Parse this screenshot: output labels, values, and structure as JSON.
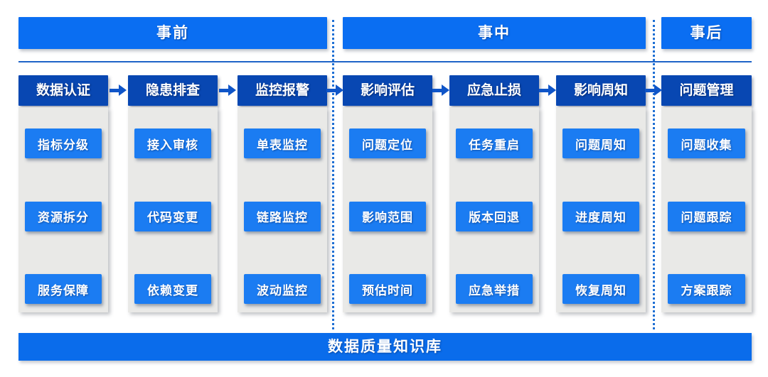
{
  "phases": [
    {
      "label": "事前",
      "columns": [
        {
          "title": "数据认证",
          "items": [
            "指标分级",
            "资源拆分",
            "服务保障"
          ]
        },
        {
          "title": "隐患排查",
          "items": [
            "接入审核",
            "代码变更",
            "依赖变更"
          ]
        },
        {
          "title": "监控报警",
          "items": [
            "单表监控",
            "链路监控",
            "波动监控"
          ]
        }
      ]
    },
    {
      "label": "事中",
      "columns": [
        {
          "title": "影响评估",
          "items": [
            "问题定位",
            "影响范围",
            "预估时间"
          ]
        },
        {
          "title": "应急止损",
          "items": [
            "任务重启",
            "版本回退",
            "应急举措"
          ]
        },
        {
          "title": "影响周知",
          "items": [
            "问题周知",
            "进度周知",
            "恢复周知"
          ]
        }
      ]
    },
    {
      "label": "事后",
      "columns": [
        {
          "title": "问题管理",
          "items": [
            "问题收集",
            "问题跟踪",
            "方案跟踪"
          ]
        }
      ]
    }
  ],
  "footer": {
    "label": "数据质量知识库"
  },
  "colors": {
    "phase_bar_blue": "#0a6ef2",
    "stage_header_blue": "#0847b2",
    "item_blue": "#1b7cf2",
    "panel_gray": "#e9e9e7",
    "arrow_blue": "#0f55c8",
    "divider_blue": "#1e6fd4",
    "footer_blue": "#0a6ceb"
  }
}
